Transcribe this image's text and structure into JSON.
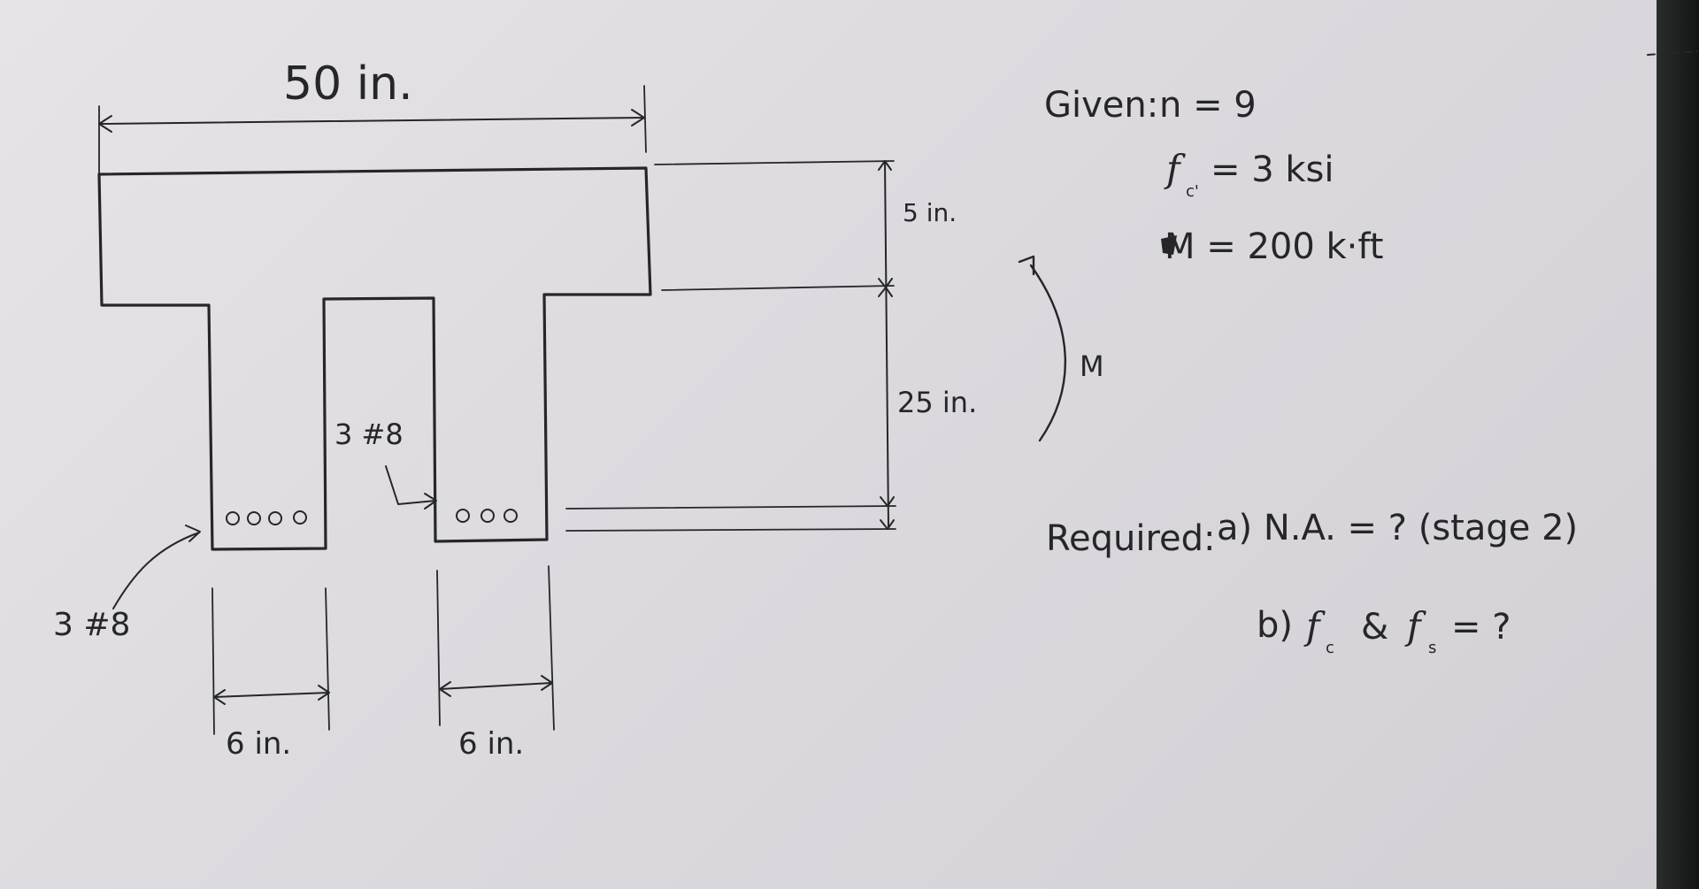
{
  "figure": {
    "dimensions": {
      "flange_width": "50 in.",
      "flange_depth": "5 in.",
      "web_depth": "25 in.",
      "web_width_left": "6 in.",
      "web_width_right": "6 in."
    },
    "reinforcement": {
      "left_label": "3 #8",
      "right_label": "3 #8"
    },
    "moment_label": "M"
  },
  "given": {
    "header": "Given:",
    "n": "n = 9",
    "fc_symbol": "f",
    "fc_sub": "c'",
    "fc_value": "= 3 ksi",
    "moment": "M = 200 k·ft"
  },
  "required": {
    "header": "Required:",
    "part_a": "a) N.A. = ? (stage 2)",
    "part_b_prefix": "b)",
    "fc_symbol": "f",
    "fc_sub": "c",
    "and": "&",
    "fs_symbol": "f",
    "fs_sub": "s",
    "part_b_suffix": "= ?"
  }
}
